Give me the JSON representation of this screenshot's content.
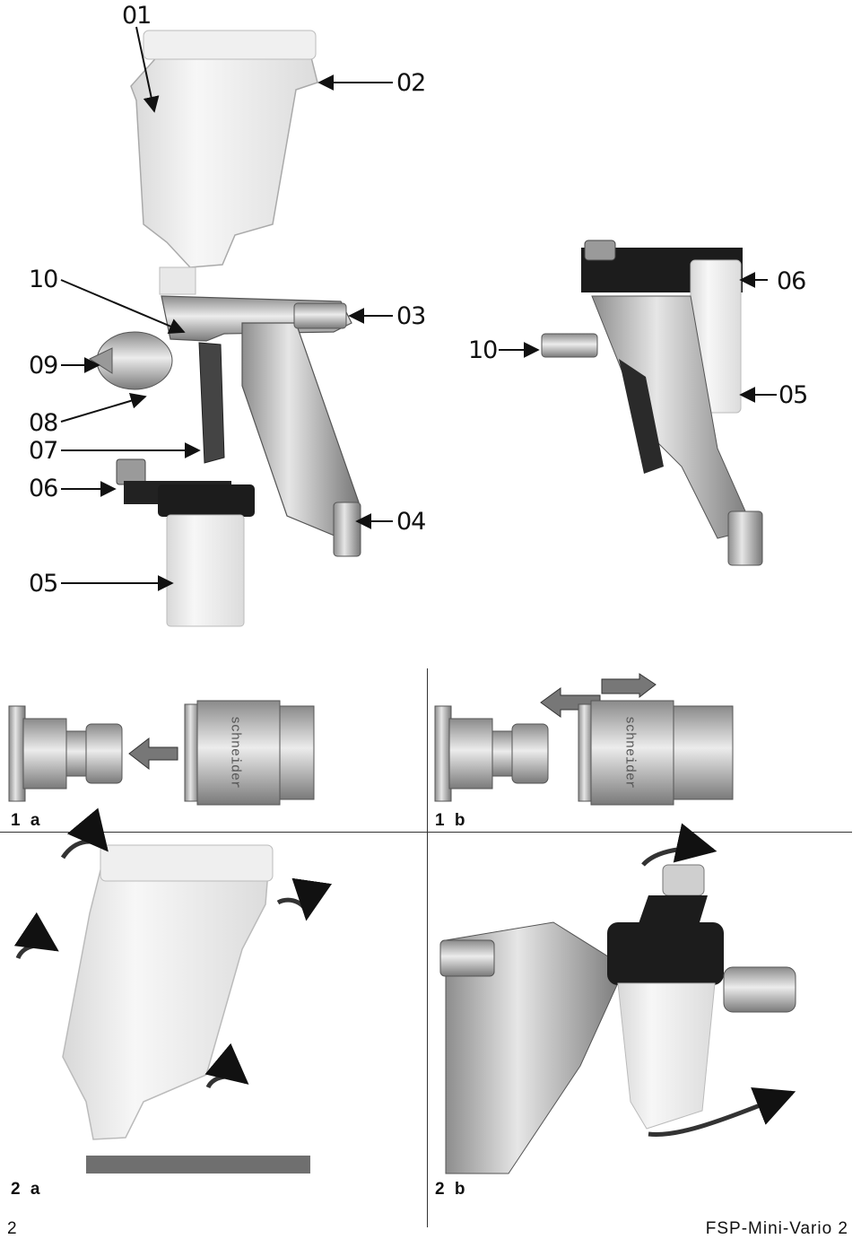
{
  "overview_left": {
    "callouts": [
      "01",
      "02",
      "10",
      "03",
      "09",
      "08",
      "07",
      "06",
      "04",
      "05"
    ]
  },
  "overview_right": {
    "callouts": [
      "06",
      "10",
      "05"
    ]
  },
  "figures": {
    "fig_1a": "1 a",
    "fig_1b": "1 b",
    "fig_2a": "2 a",
    "fig_2b": "2 b"
  },
  "coupling_text": "schneider",
  "footer": {
    "page_number": "2",
    "product": "FSP-Mini-Vario 2"
  }
}
